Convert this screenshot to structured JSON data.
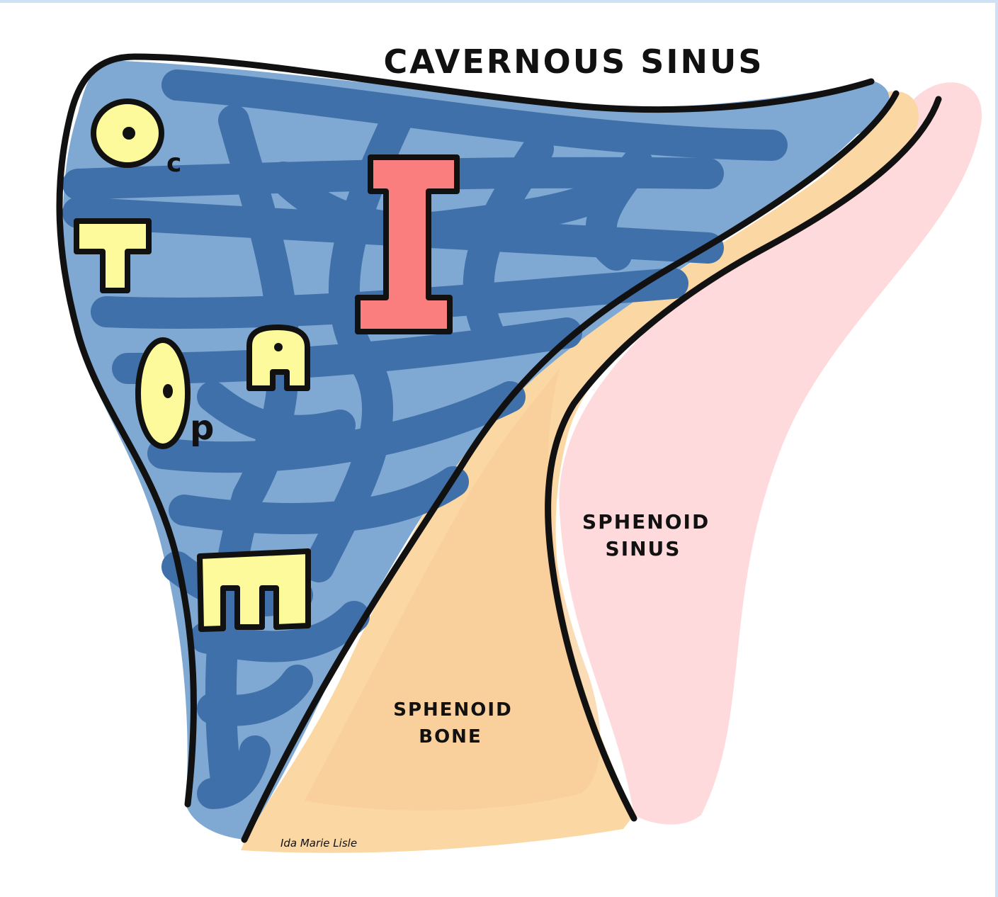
{
  "title": "CAVERNOUS SINUS",
  "regions": {
    "sphenoid_sinus": "SPHENOID SINUS",
    "sphenoid_bone": "SPHENOID BONE"
  },
  "contents": [
    {
      "letter": "O",
      "subscript": "c",
      "color": "#fdfa9c"
    },
    {
      "letter": "T",
      "subscript": "",
      "color": "#fdfa9c"
    },
    {
      "letter": "O",
      "subscript": "p",
      "color": "#fdfa9c"
    },
    {
      "letter": "A",
      "subscript": "",
      "color": "#fdfa9c"
    },
    {
      "letter": "I",
      "subscript": "",
      "color": "#fb7e7e"
    },
    {
      "letter": "M",
      "subscript": "",
      "color": "#fdfa9c"
    }
  ],
  "signature": "Ida Marie Lisle",
  "colors": {
    "sinus_light": "#7fa9d3",
    "sinus_dark": "#4070aa",
    "bone": "#fbd7a4",
    "sinus_pink": "#fedadd",
    "outline": "#111111"
  }
}
